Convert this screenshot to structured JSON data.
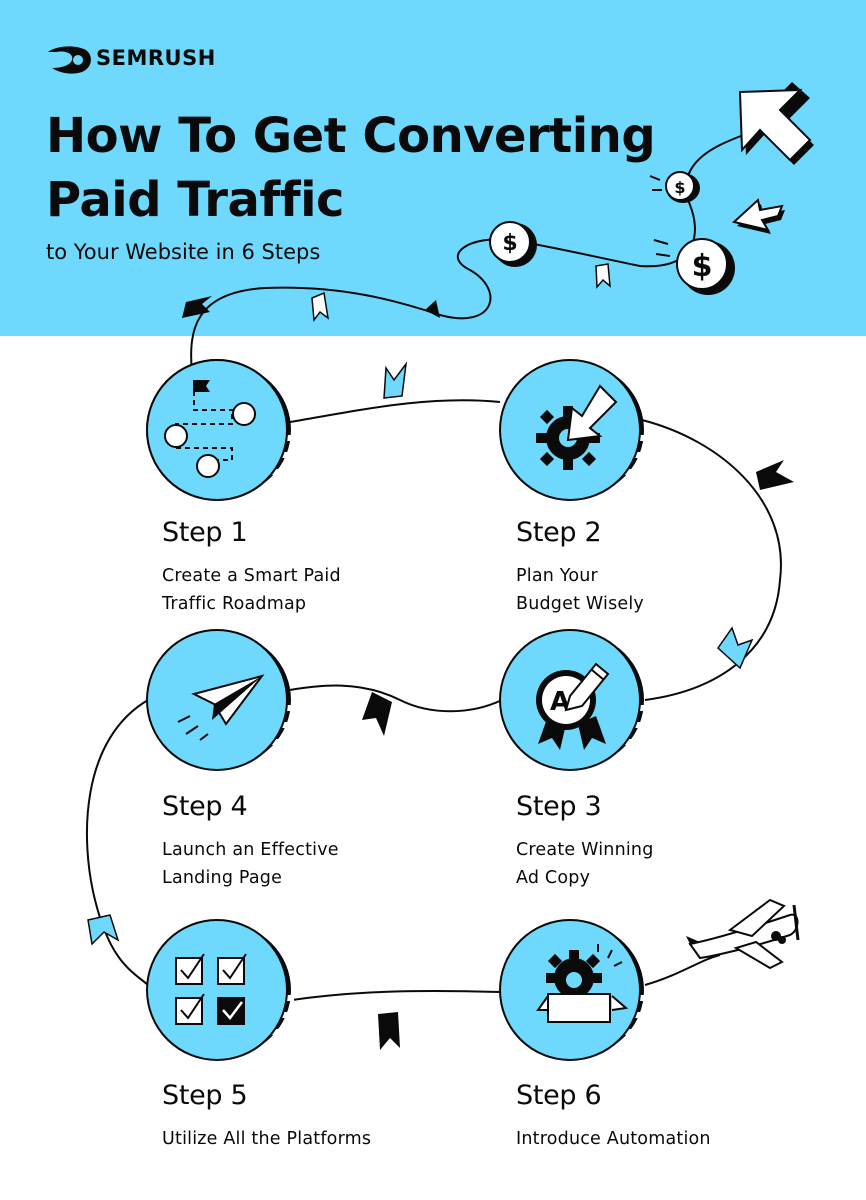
{
  "brand": {
    "name": "SEMRUSH"
  },
  "header": {
    "title_line1": "How To Get Converting",
    "title_line2": "Paid Traffic",
    "subtitle": "to Your Website in 6 Steps"
  },
  "steps": [
    {
      "title": "Step 1",
      "line1": "Create a Smart Paid",
      "line2": "Traffic Roadmap",
      "icon": "roadmap-icon"
    },
    {
      "title": "Step 2",
      "line1": "Plan Your",
      "line2": "Budget Wisely",
      "icon": "gear-arrow-icon"
    },
    {
      "title": "Step 3",
      "line1": "Create Winning",
      "line2": "Ad Copy",
      "icon": "ad-badge-icon"
    },
    {
      "title": "Step 4",
      "line1": "Launch an Effective",
      "line2": "Landing Page",
      "icon": "paper-plane-icon"
    },
    {
      "title": "Step 5",
      "line1": "Utilize All the Platforms",
      "line2": "",
      "icon": "checkboxes-icon"
    },
    {
      "title": "Step 6",
      "line1": "Introduce Automation",
      "line2": "",
      "icon": "gear-box-icon"
    }
  ],
  "colors": {
    "accent": "#6fd8fd",
    "ink": "#0a0a0a",
    "background": "#ffffff"
  }
}
